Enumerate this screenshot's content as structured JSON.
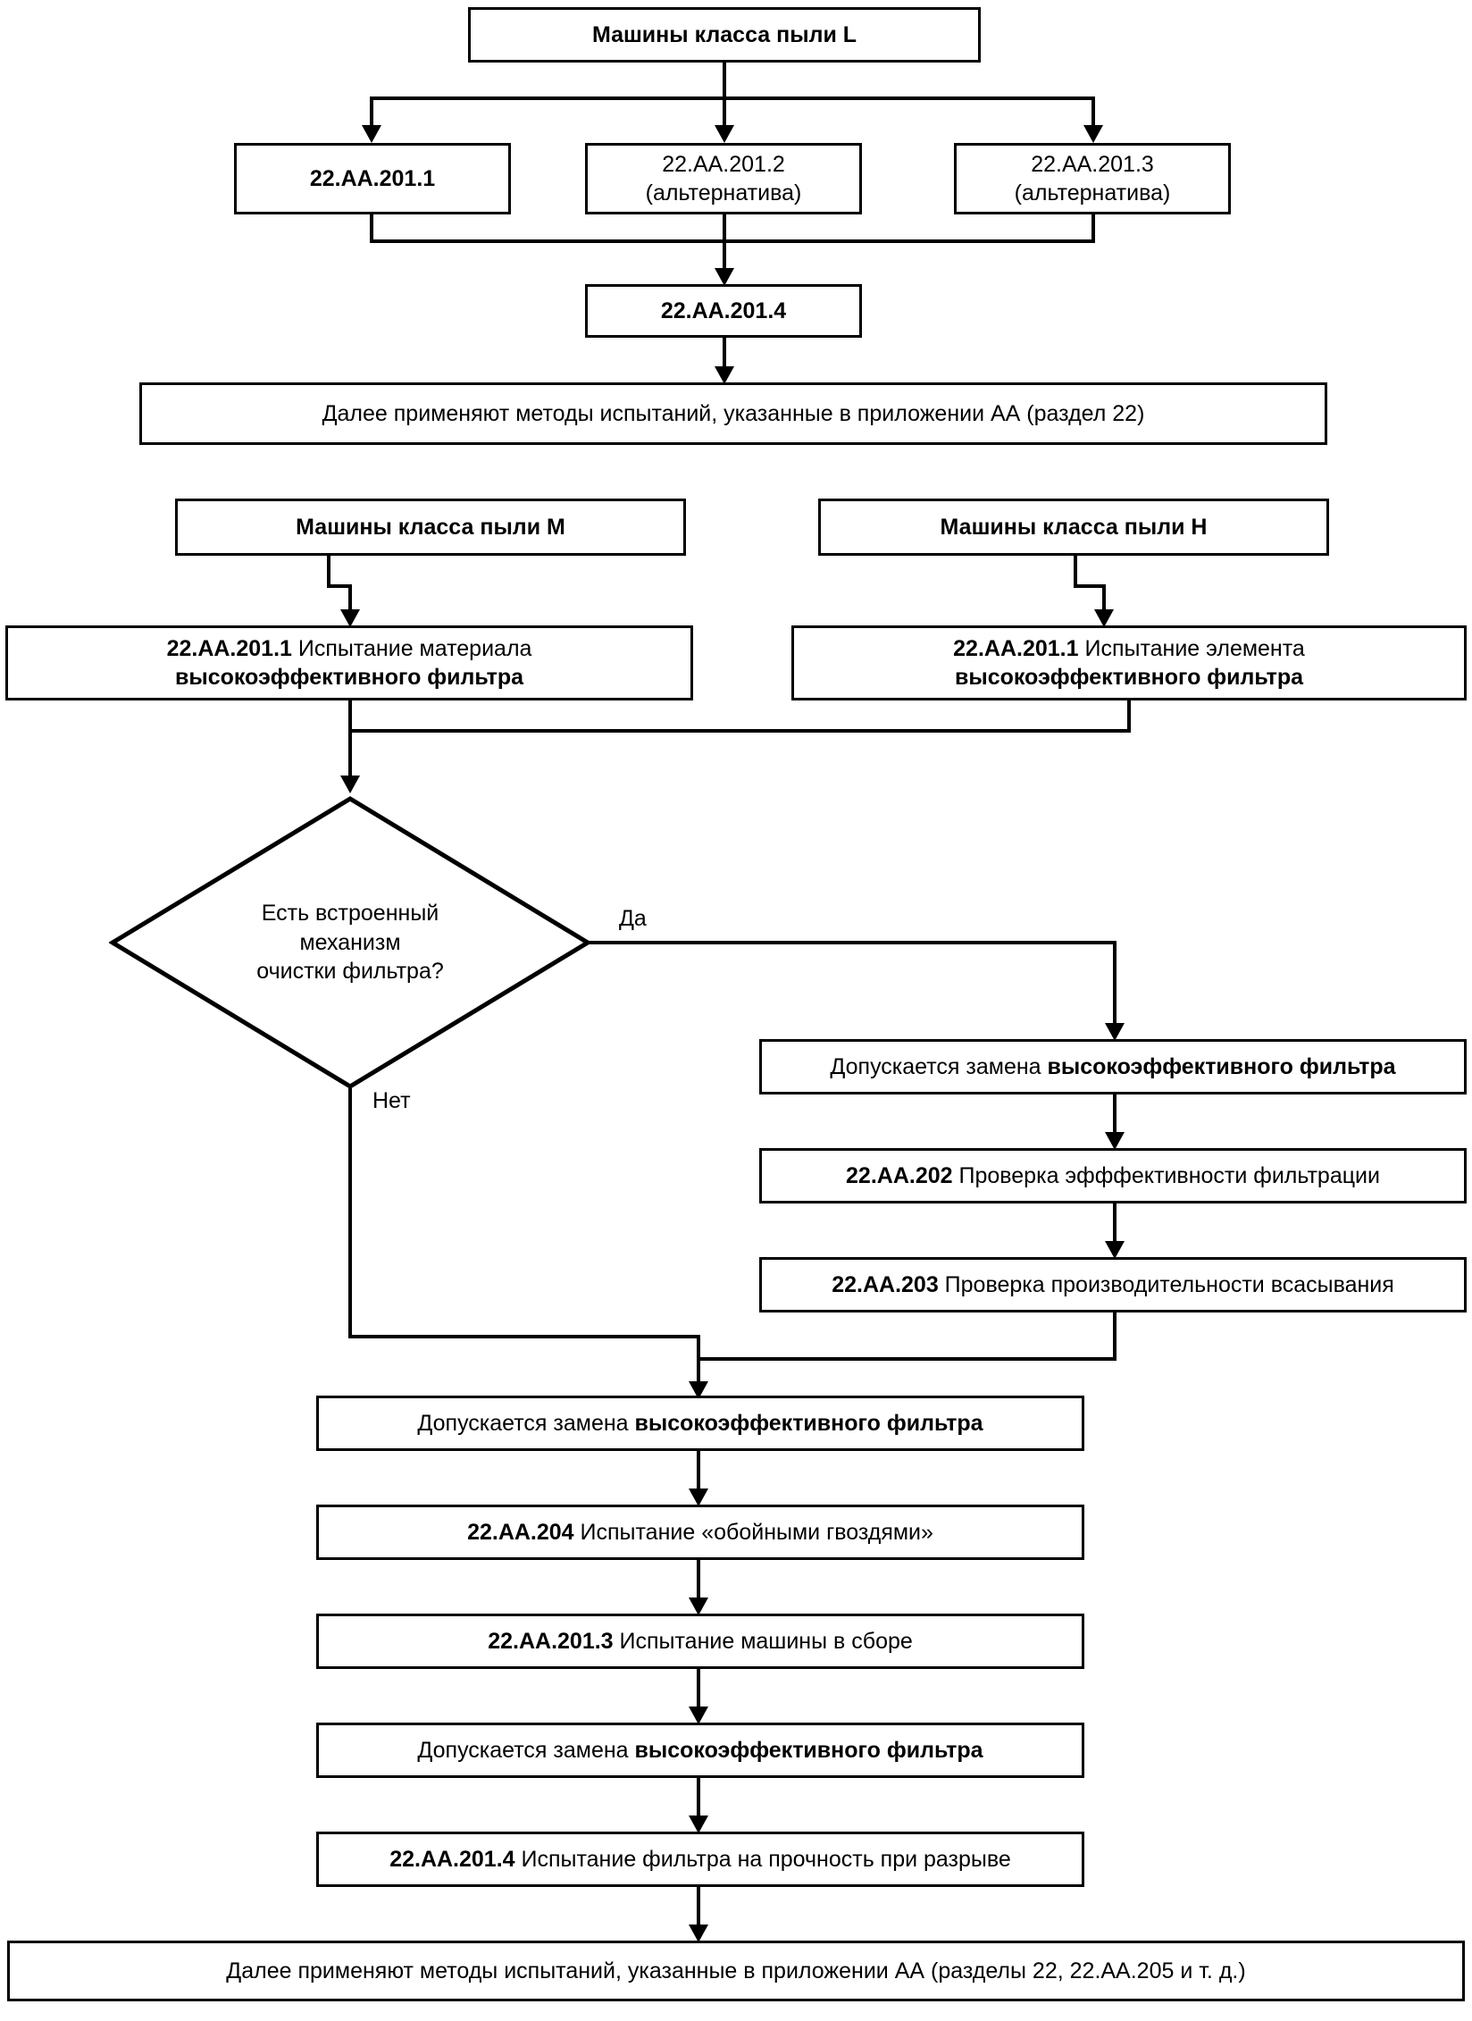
{
  "diagram": {
    "title": "Schema ispytaniy mashin klassov pyli L, M, H",
    "language": "ru",
    "colors": {
      "line": "#000000",
      "background": "#ffffff",
      "text": "#000000"
    },
    "nodes": {
      "class_l": "Машины класса пыли L",
      "alt_1": "22.АА.201.1",
      "alt_2_line1": "22.АА.201.2",
      "alt_2_line2": "(альтернатива)",
      "alt_3_line1": "22.АА.201.3",
      "alt_3_line2": "(альтернатива)",
      "test_2014": "22.АА.201.4",
      "further_l": "Далее применяют методы испытаний, указанные в приложении АА (раздел 22)",
      "class_m": "Машины класса пыли М",
      "class_h": "Машины класса пыли Н",
      "material_test_bold": "22.АА.201.1",
      "material_test_rest": " Испытание материала",
      "material_test_line2": "высокоэффективного фильтра",
      "element_test_bold": "22.АА.201.1",
      "element_test_rest": " Испытание элемента",
      "element_test_line2": "высокоэффективного фильтра",
      "decision_line1": "Есть встроенный",
      "decision_line2": "механизм",
      "decision_line3": "очистки фильтра?",
      "replace_right_plain": "Допускается замена ",
      "replace_right_bold": "высокоэффективного фильтра",
      "check_202_bold": "22.АА.202",
      "check_202_rest": " Проверка эфффективности фильтрации",
      "check_203_bold": "22.АА.203",
      "check_203_rest": " Проверка производительности всасывания",
      "replace_mid_plain": "Допускается замена ",
      "replace_mid_bold": "высокоэффективного фильтра",
      "test_204_bold": "22.АА.204",
      "test_204_rest": " Испытание «обойными гвоздями»",
      "test_2013_bold": "22.АА.201.3",
      "test_2013_rest": " Испытание машины в сборе",
      "replace_low_plain": "Допускается замена ",
      "replace_low_bold": "высокоэффективного фильтра",
      "test_2014b_bold": "22.АА.201.4",
      "test_2014b_rest": " Испытание фильтра на прочность при разрыве",
      "further_mh": "Далее применяют методы испытаний, указанные в приложении АА (разделы 22, 22.АА.205 и т. д.)"
    },
    "edge_labels": {
      "yes": "Да",
      "no": "Нет"
    }
  }
}
